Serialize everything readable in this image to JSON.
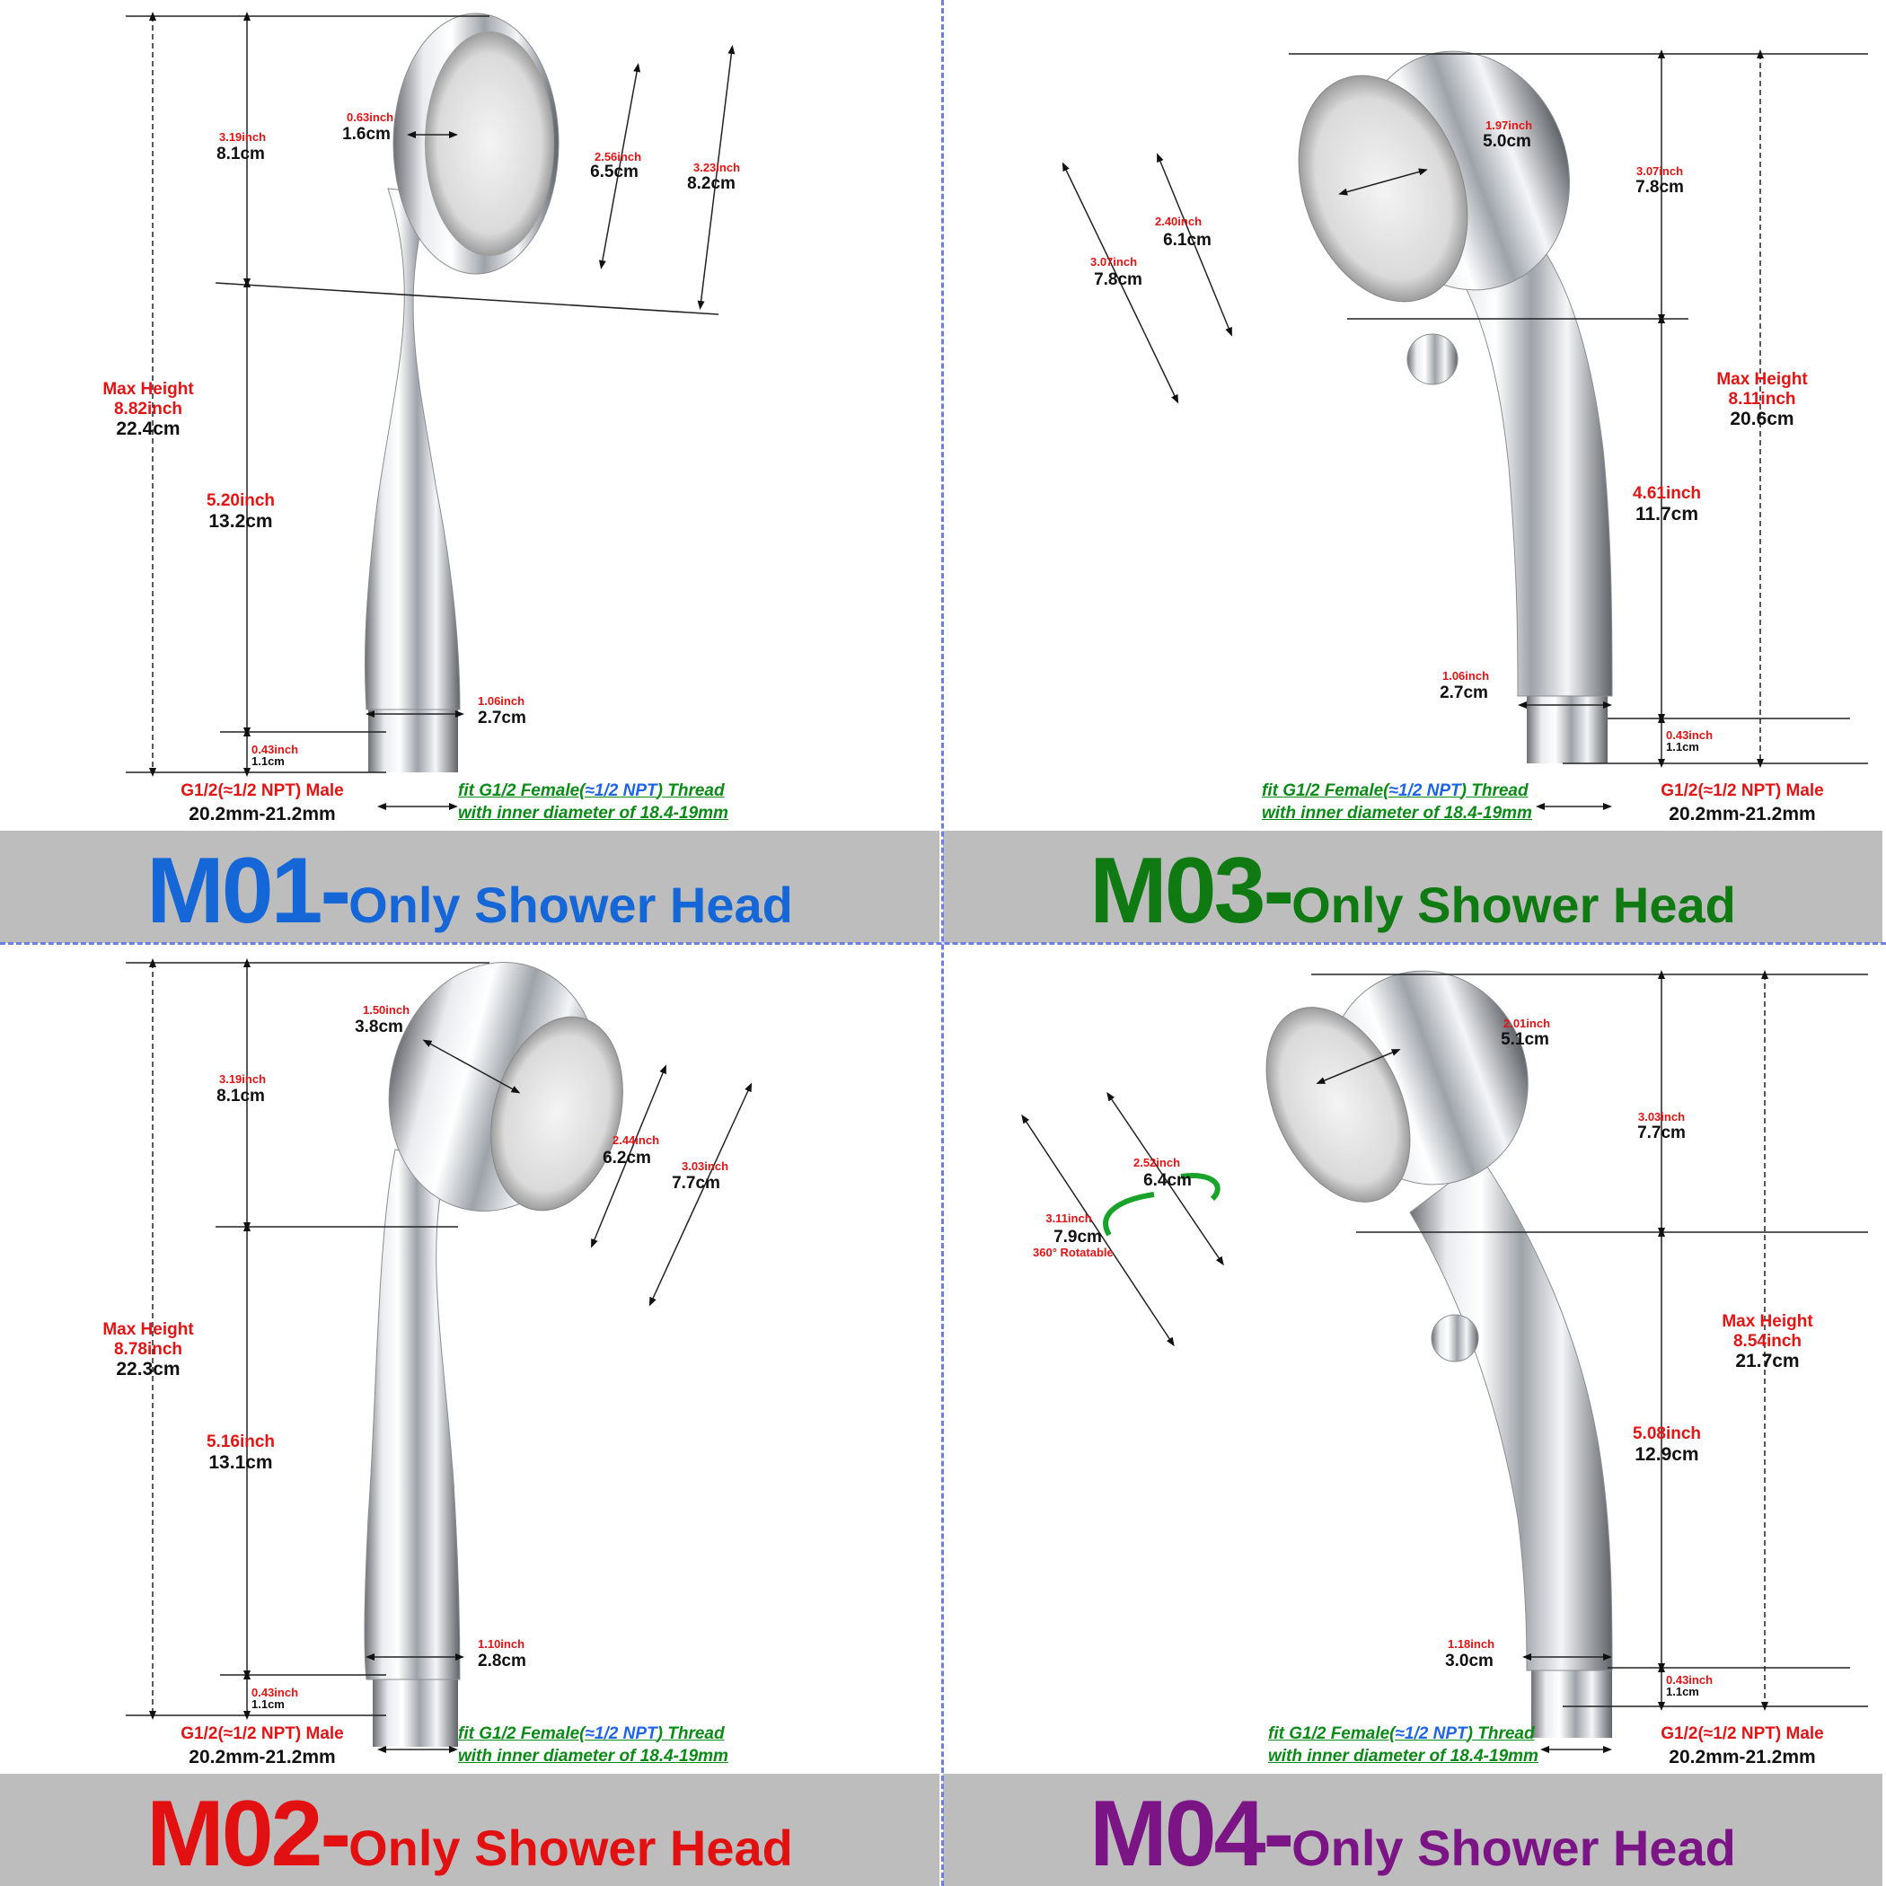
{
  "colors": {
    "banner_bg": "#bdbdbd",
    "red": "#e21414",
    "green_fit": "#0b8a18",
    "blue_fit": "#1f63e6",
    "divider": "#6d7fe0"
  },
  "panels": [
    {
      "model": "M01-",
      "subtitle": "Only Shower Head",
      "title_color": "#1566d6",
      "head_top": {
        "inch": "3.19inch",
        "cm": "8.1cm"
      },
      "face_depth": {
        "inch": "0.63inch",
        "cm": "1.6cm"
      },
      "face_inner": {
        "inch": "2.56inch",
        "cm": "6.5cm"
      },
      "face_outer": {
        "inch": "3.23inch",
        "cm": "8.2cm"
      },
      "max_height": {
        "label": "Max Height",
        "inch": "8.82inch",
        "cm": "22.4cm"
      },
      "handle": {
        "inch": "5.20inch",
        "cm": "13.2cm"
      },
      "handle_width": {
        "inch": "1.06inch",
        "cm": "2.7cm"
      },
      "thread_len": {
        "inch": "0.43inch",
        "cm": "1.1cm"
      },
      "thread": {
        "male": "G1/2(≈1/2 NPT) Male",
        "range": "20.2mm-21.2mm"
      },
      "fit": {
        "a": "fit ",
        "b": "G1/2 Female(",
        "c": "≈1/2 NPT",
        "d": ")",
        "e": " Thread",
        "f": "with inner diameter of ",
        "g": "18.4-19mm"
      }
    },
    {
      "model": "M03-",
      "subtitle": "Only Shower Head",
      "title_color": "#0f7a12",
      "head_top": {
        "inch": "3.07inch",
        "cm": "7.8cm"
      },
      "face_depth": {
        "inch": "1.97inch",
        "cm": "5.0cm"
      },
      "face_inner": {
        "inch": "2.40inch",
        "cm": "6.1cm"
      },
      "face_outer": {
        "inch": "3.07inch",
        "cm": "7.8cm"
      },
      "max_height": {
        "label": "Max Height",
        "inch": "8.11inch",
        "cm": "20.6cm"
      },
      "handle": {
        "inch": "4.61inch",
        "cm": "11.7cm"
      },
      "handle_width": {
        "inch": "1.06inch",
        "cm": "2.7cm"
      },
      "thread_len": {
        "inch": "0.43inch",
        "cm": "1.1cm"
      },
      "thread": {
        "male": "G1/2(≈1/2 NPT) Male",
        "range": "20.2mm-21.2mm"
      },
      "fit": {
        "a": "fit ",
        "b": "G1/2 Female(",
        "c": "≈1/2 NPT",
        "d": ")",
        "e": " Thread",
        "f": "with inner diameter of ",
        "g": "18.4-19mm"
      }
    },
    {
      "model": "M02-",
      "subtitle": "Only Shower Head",
      "title_color": "#e21010",
      "head_top": {
        "inch": "3.19inch",
        "cm": "8.1cm"
      },
      "face_depth": {
        "inch": "1.50inch",
        "cm": "3.8cm"
      },
      "face_inner": {
        "inch": "2.44inch",
        "cm": "6.2cm"
      },
      "face_outer": {
        "inch": "3.03inch",
        "cm": "7.7cm"
      },
      "max_height": {
        "label": "Max Height",
        "inch": "8.78inch",
        "cm": "22.3cm"
      },
      "handle": {
        "inch": "5.16inch",
        "cm": "13.1cm"
      },
      "handle_width": {
        "inch": "1.10inch",
        "cm": "2.8cm"
      },
      "thread_len": {
        "inch": "0.43inch",
        "cm": "1.1cm"
      },
      "thread": {
        "male": "G1/2(≈1/2 NPT) Male",
        "range": "20.2mm-21.2mm"
      },
      "fit": {
        "a": "fit ",
        "b": "G1/2 Female(",
        "c": "≈1/2 NPT",
        "d": ")",
        "e": " Thread",
        "f": "with inner diameter of ",
        "g": "18.4-19mm"
      }
    },
    {
      "model": "M04-",
      "subtitle": "Only Shower Head",
      "title_color": "#7b1485",
      "head_top": {
        "inch": "3.03inch",
        "cm": "7.7cm"
      },
      "face_depth": {
        "inch": "2.01inch",
        "cm": "5.1cm"
      },
      "face_inner": {
        "inch": "2.52inch",
        "cm": "6.4cm"
      },
      "face_outer": {
        "inch": "3.11inch",
        "cm": "7.9cm"
      },
      "max_height": {
        "label": "Max Height",
        "inch": "8.54inch",
        "cm": "21.7cm"
      },
      "handle": {
        "inch": "5.08inch",
        "cm": "12.9cm"
      },
      "handle_width": {
        "inch": "1.18inch",
        "cm": "3.0cm"
      },
      "thread_len": {
        "inch": "0.43inch",
        "cm": "1.1cm"
      },
      "thread": {
        "male": "G1/2(≈1/2 NPT) Male",
        "range": "20.2mm-21.2mm"
      },
      "fit": {
        "a": "fit ",
        "b": "G1/2 Female(",
        "c": "≈1/2 NPT",
        "d": ")",
        "e": " Thread",
        "f": "with inner diameter of ",
        "g": "18.4-19mm"
      },
      "rotatable": "360° Rotatable"
    }
  ]
}
